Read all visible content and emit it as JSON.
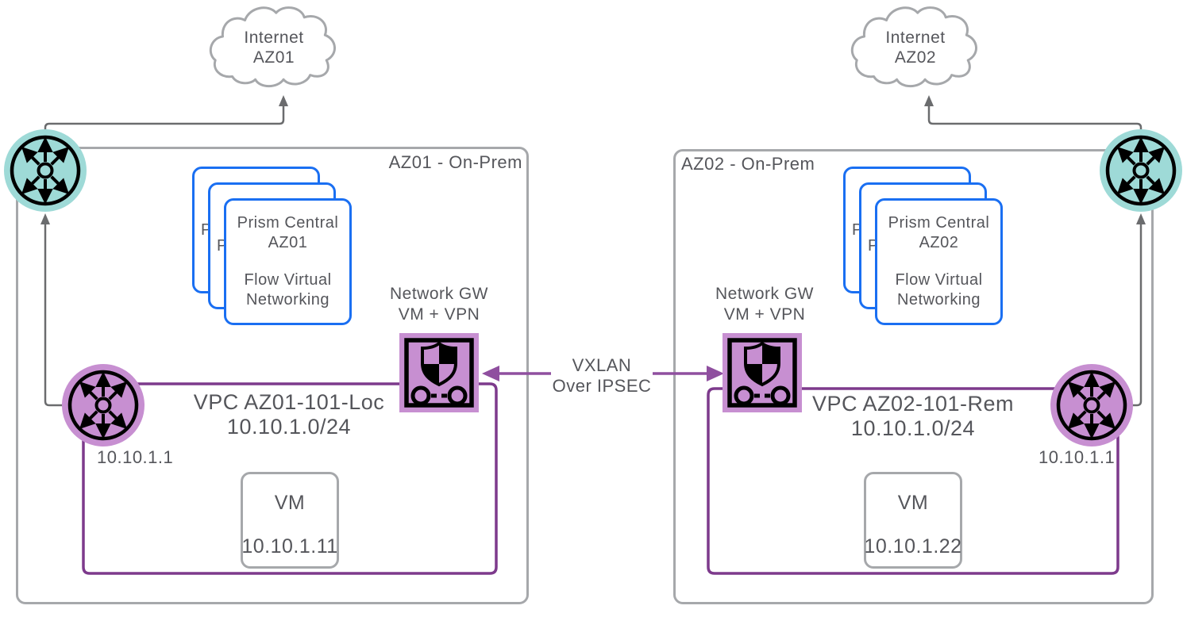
{
  "diagram": {
    "az01": {
      "cloud_line1": "Internet",
      "cloud_line2": "AZ01",
      "box_label": "AZ01 - On-Prem",
      "prism_line1": "Prism Central",
      "prism_line2": "AZ01",
      "prism_line3": "Flow Virtual",
      "prism_line4": "Networking",
      "gw_label_line1": "Network GW",
      "gw_label_line2": "VM + VPN",
      "vpc_name": "VPC AZ01-101-Loc",
      "vpc_cidr": "10.10.1.0/24",
      "router_ip": "10.10.1.1",
      "vm_label": "VM",
      "vm_ip": "10.10.1.11"
    },
    "az02": {
      "cloud_line1": "Internet",
      "cloud_line2": "AZ02",
      "box_label": "AZ02 - On-Prem",
      "prism_line1": "Prism Central",
      "prism_line2": "AZ02",
      "prism_line3": "Flow Virtual",
      "prism_line4": "Networking",
      "gw_label_line1": "Network GW",
      "gw_label_line2": "VM + VPN",
      "vpc_name": "VPC AZ02-101-Rem",
      "vpc_cidr": "10.10.1.0/24",
      "router_ip": "10.10.1.1",
      "vm_label": "VM",
      "vm_ip": "10.10.1.22"
    },
    "link": {
      "line1": "VXLAN",
      "line2": "Over IPSEC"
    },
    "colors": {
      "teal_router_fill": "#9edad7",
      "purple_fill": "#c78fd1",
      "vpc_line_purple": "#7d3a8c",
      "link_arrow_purple": "#8f4f9f",
      "prism_card_blue": "#1a6ff2",
      "box_border_gray": "#a6a8ab",
      "connector_gray": "#6b6c6e",
      "text_gray": "#55565b"
    }
  }
}
